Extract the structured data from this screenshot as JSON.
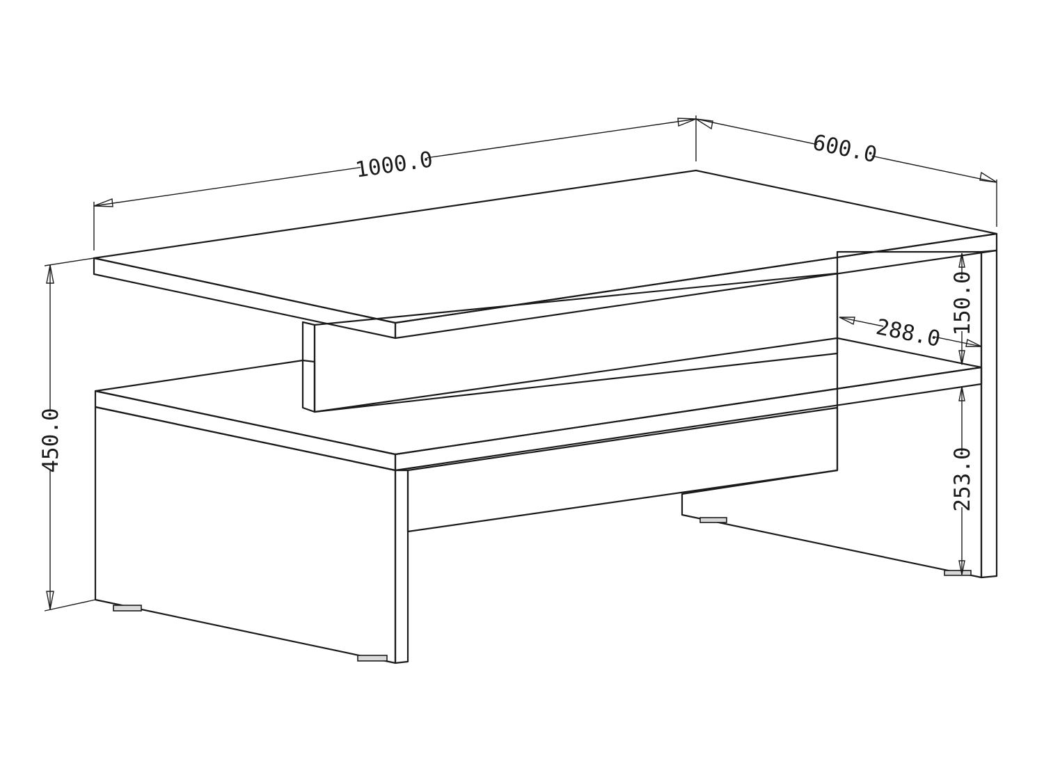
{
  "dimensions": {
    "width": "1000.0",
    "depth": "600.0",
    "height": "450.0",
    "top_gap": "150.0",
    "shelf_depth": "288.0",
    "bottom_gap": "253.0"
  },
  "colors": {
    "line": "#1a1a1a",
    "background": "#ffffff",
    "foot_fill": "#d9d9d9"
  }
}
